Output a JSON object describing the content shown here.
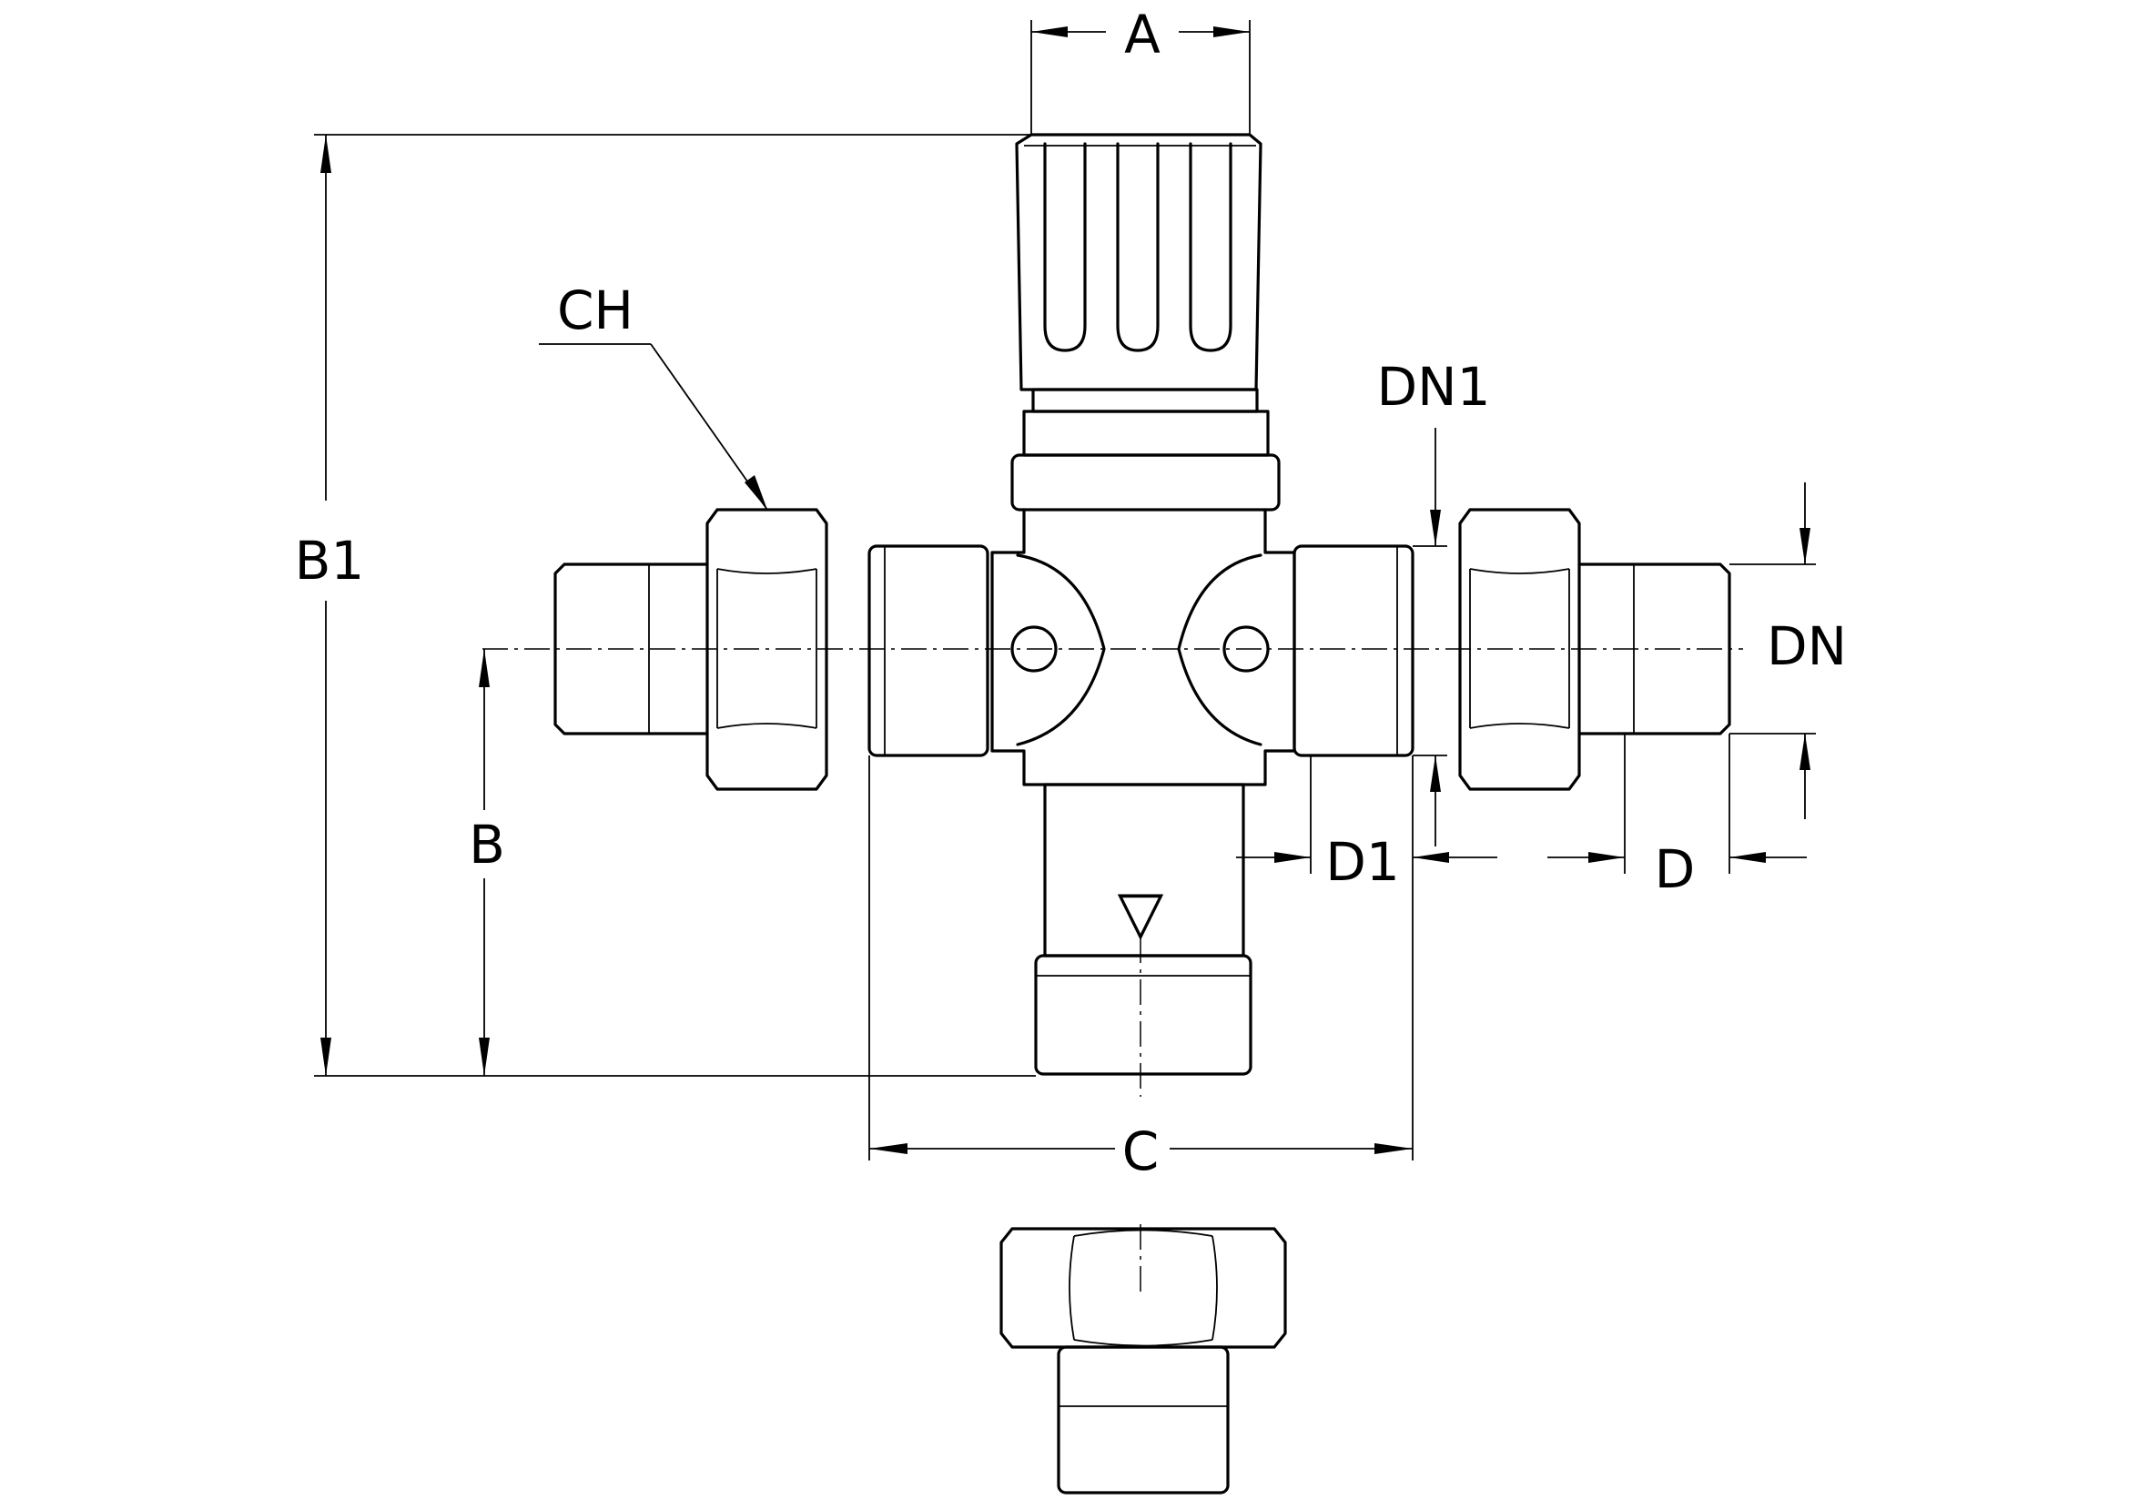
{
  "diagram": {
    "labels": {
      "a": "A",
      "b": "B",
      "b1": "B1",
      "c": "C",
      "ch": "CH",
      "d": "D",
      "d1": "D1",
      "dn": "DN",
      "dn1": "DN1"
    },
    "flow_symbol": "▽"
  }
}
